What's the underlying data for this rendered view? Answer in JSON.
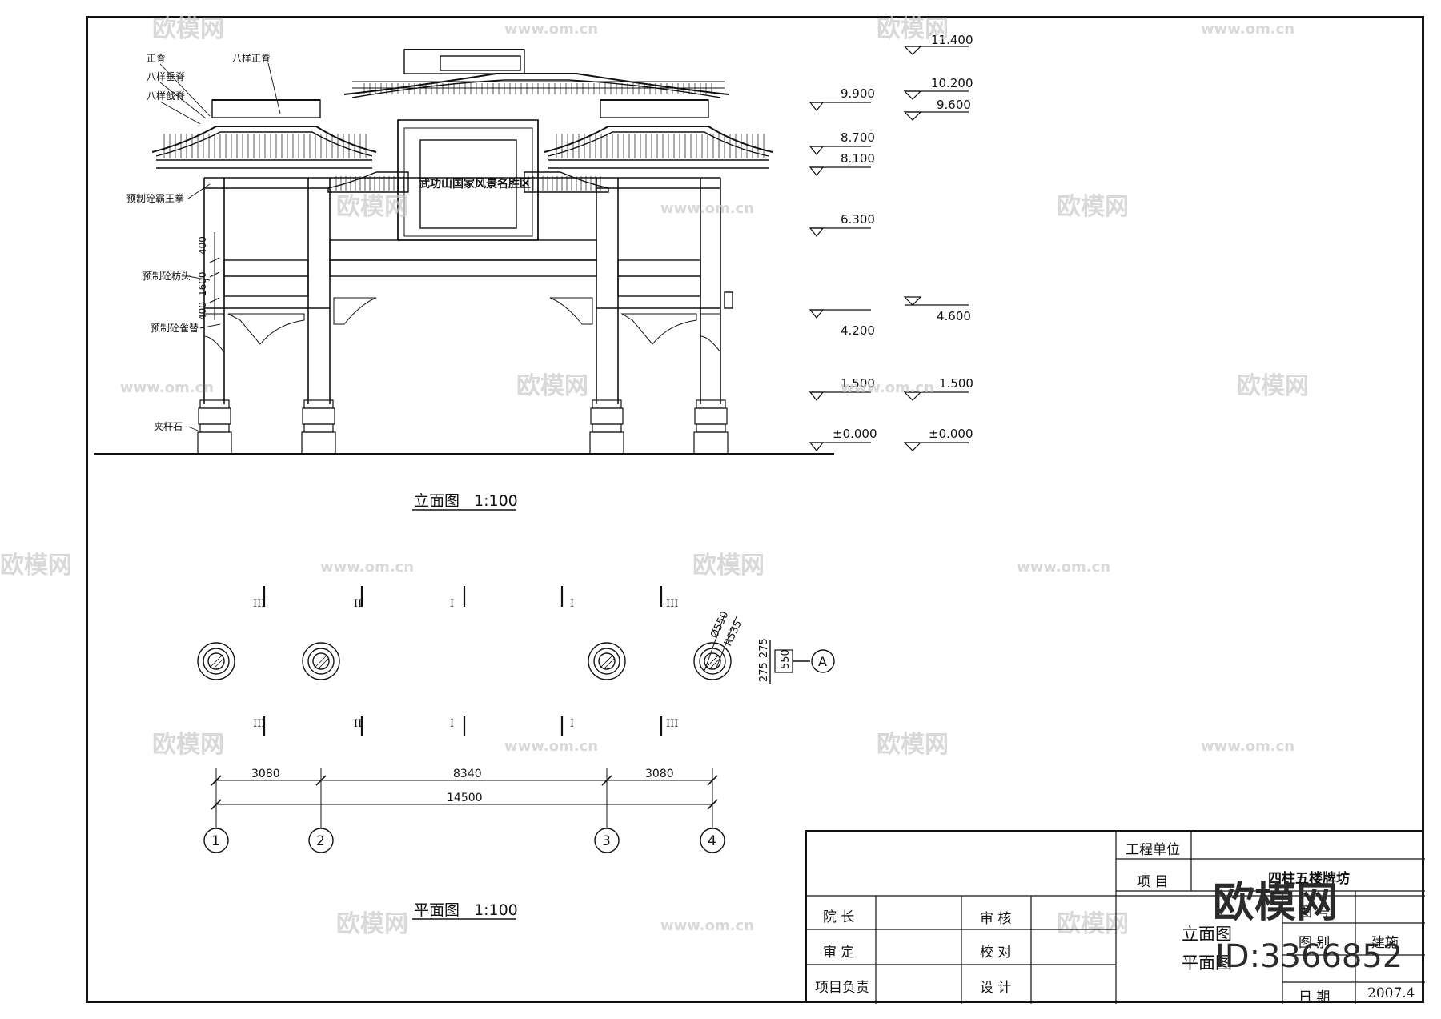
{
  "labels": {
    "ridge": "正脊",
    "eight_ridge_1": "八样垂脊",
    "eight_ridge_2": "八样戗脊",
    "eight_tile": "八样正脊",
    "precast_beam": "预制砼霸王拳",
    "precast_lintel": "预制砼枋头",
    "precast_bracket": "预制砼雀替",
    "clamp_stone": "夹杆石",
    "plaque": "武功山国家风景名胜区"
  },
  "dims_vertical": [
    "400",
    "1600",
    "400"
  ],
  "elevations_left": [
    "9.900",
    "8.700",
    "8.100",
    "6.300",
    "4.200",
    "1.500",
    "±0.000"
  ],
  "elevations_right": [
    "11.400",
    "10.200",
    "9.600",
    "4.600",
    "1.500",
    "±0.000"
  ],
  "elevation_title": "立面图",
  "elevation_scale": "1:100",
  "plan_title": "平面图",
  "plan_scale": "1:100",
  "plan_dims": {
    "d1": "3080",
    "d2": "8340",
    "d3": "3080",
    "total": "14500"
  },
  "column_dims": {
    "dia": "Ø550",
    "r": "R535",
    "h1": "275",
    "h2": "275",
    "w": "550"
  },
  "axis_labels": [
    "1",
    "2",
    "3",
    "4"
  ],
  "axis_a": "A",
  "section_marks": [
    "III",
    "II",
    "I",
    "I",
    "III"
  ],
  "title_block": {
    "unit_label": "工程单位",
    "project_label": "项  目",
    "project_name": "四柱五楼牌坊",
    "dean": "院  长",
    "review": "审  核",
    "approve": "审  定",
    "check": "校  对",
    "lead": "项目负责",
    "design": "设  计",
    "drawing_name_1": "立面图",
    "drawing_name_2": "平面图",
    "drawing_no_label": "图  号",
    "category_label": "图  别",
    "category": "建施",
    "date_label": "日  期",
    "date": "2007.4"
  },
  "watermarks": {
    "brand": "欧模网",
    "url": "www.om.cn",
    "id": "ID:3366852"
  }
}
